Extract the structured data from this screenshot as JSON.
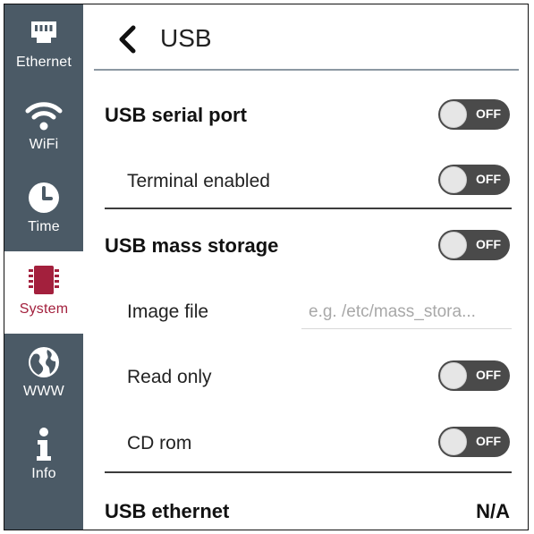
{
  "nav": {
    "items": [
      {
        "label": "Ethernet",
        "icon": "ethernet-icon"
      },
      {
        "label": "WiFi",
        "icon": "wifi-icon"
      },
      {
        "label": "Time",
        "icon": "clock-icon"
      },
      {
        "label": "System",
        "icon": "chip-icon",
        "active": true
      },
      {
        "label": "WWW",
        "icon": "globe-icon"
      },
      {
        "label": "Info",
        "icon": "info-icon"
      }
    ],
    "active_color": "#a3203d",
    "background_color": "#4b5a66"
  },
  "header": {
    "title": "USB",
    "back_icon": "chevron-left-icon"
  },
  "settings": {
    "usb_serial_port": {
      "label": "USB serial port",
      "state": "OFF"
    },
    "terminal_enabled": {
      "label": "Terminal enabled",
      "state": "OFF"
    },
    "usb_mass_storage": {
      "label": "USB mass storage",
      "state": "OFF"
    },
    "image_file": {
      "label": "Image file",
      "value": "",
      "placeholder": "e.g. /etc/mass_stora..."
    },
    "read_only": {
      "label": "Read only",
      "state": "OFF"
    },
    "cd_rom": {
      "label": "CD rom",
      "state": "OFF"
    },
    "usb_ethernet": {
      "label": "USB ethernet",
      "value": "N/A"
    }
  }
}
